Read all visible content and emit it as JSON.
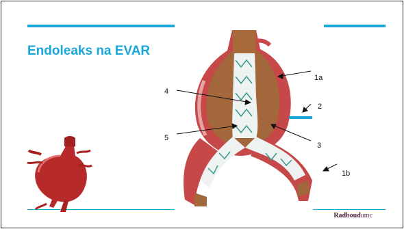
{
  "slide": {
    "title": "Endoleaks na EVAR",
    "brand_main": "Radboud",
    "brand_sub": "umc"
  },
  "labels": {
    "l1a": "1a",
    "l1b": "1b",
    "l2": "2",
    "l3": "3",
    "l4": "4",
    "l5": "5"
  },
  "colors": {
    "accent": "#1aa7d7",
    "title": "#1aa7d7",
    "vessel": "#c74848",
    "vessel_dark": "#8f2a2a",
    "thrombus": "#a2683c",
    "stent": "#eef3f2",
    "wire": "#3c9a8c",
    "artery_red": "#b82626"
  }
}
